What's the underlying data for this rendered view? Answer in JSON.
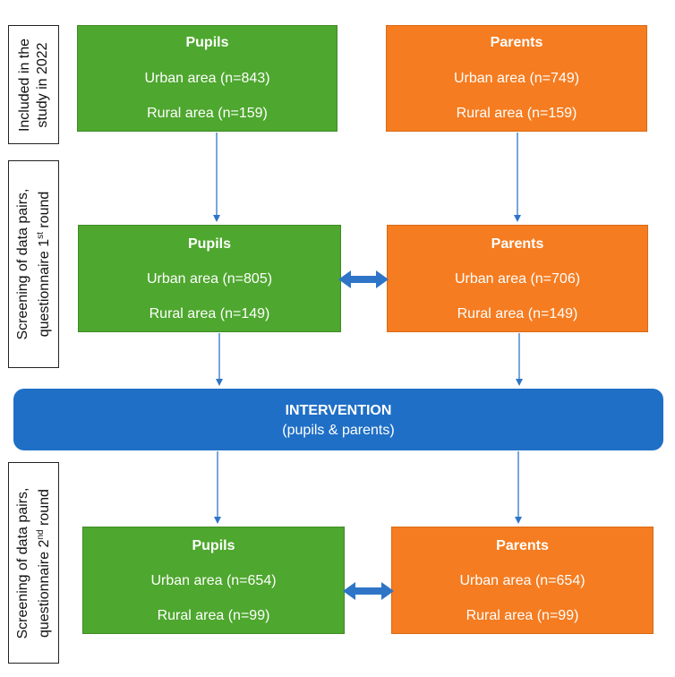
{
  "stages": [
    {
      "label_lines": [
        "Included in the",
        "study in 2022"
      ]
    },
    {
      "label_lines": [
        "Screening of data pairs,",
        "questionnaire 1",
        "st",
        " round"
      ]
    },
    {
      "label_lines": [
        "Screening of data pairs,",
        "questionnaire 2",
        "nd",
        " round"
      ]
    }
  ],
  "pupils": [
    {
      "title": "Pupils",
      "urban": "Urban area (n=843)",
      "rural": "Rural area (n=159)"
    },
    {
      "title": "Pupils",
      "urban": "Urban area (n=805)",
      "rural": "Rural area (n=149)"
    },
    {
      "title": "Pupils",
      "urban": "Urban area (n=654)",
      "rural": "Rural area (n=99)"
    }
  ],
  "parents": [
    {
      "title": "Parents",
      "urban": "Urban area (n=749)",
      "rural": "Rural area (n=159)"
    },
    {
      "title": "Parents",
      "urban": "Urban area (n=706)",
      "rural": "Rural area (n=149)"
    },
    {
      "title": "Parents",
      "urban": "Urban area (n=654)",
      "rural": "Rural area (n=99)"
    }
  ],
  "intervention": {
    "title": "INTERVENTION",
    "subtitle": "(pupils & parents)"
  },
  "colors": {
    "pupils": "#4ea72e",
    "parents": "#f57c20",
    "intervention": "#1f6fc6",
    "arrow": "#2e75c8"
  }
}
